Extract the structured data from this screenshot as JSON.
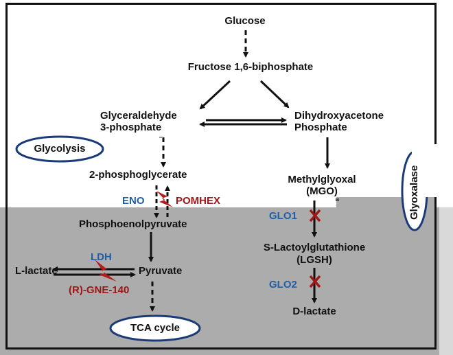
{
  "nodes": {
    "glucose": "Glucose",
    "f16bp": "Fructose 1,6-biphosphate",
    "g3p_line1": "Glyceraldehyde",
    "g3p_line2": "3-phosphate",
    "dhap_line1": "Dihydroxyacetone",
    "dhap_line2": "Phosphate",
    "pg2": "2-phosphoglycerate",
    "mgo_line1": "Methylglyoxal",
    "mgo_line2": "(MGO)",
    "pep": "Phosphoenolpyruvate",
    "pyruvate": "Pyruvate",
    "l_lactate": "L-lactate",
    "lgsh_line1": "S-Lactoylglutathione",
    "lgsh_line2": "(LGSH)",
    "d_lactate": "D-lactate"
  },
  "enzymes": {
    "eno": "ENO",
    "ldh": "LDH",
    "glo1": "GLO1",
    "glo2": "GLO2"
  },
  "inhibitors": {
    "pomhex": "POMHEX",
    "gne140": "(R)-GNE-140"
  },
  "pathways": {
    "glycolysis": "Glycolysis",
    "tca": "TCA cycle",
    "glyoxalase_visible": "Glyoxalase"
  },
  "colors": {
    "enzyme_blue": "#1f5fa8",
    "inhibitor_red": "#a01616",
    "ellipse_border": "#1b3a78",
    "overlay_grey": "#acacac"
  }
}
